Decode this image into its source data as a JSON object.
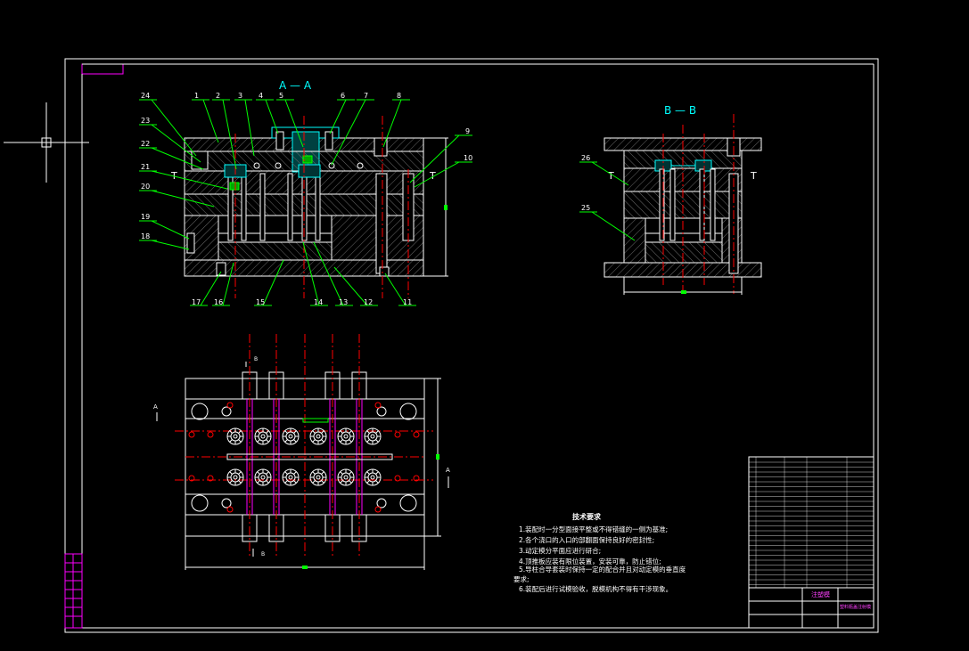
{
  "views": {
    "section_aa": "A — A",
    "section_bb": "B — B"
  },
  "part_numbers_top": [
    "1",
    "2",
    "3",
    "4",
    "5",
    "6",
    "7",
    "8"
  ],
  "part_numbers_right": [
    "9",
    "10"
  ],
  "part_numbers_bottom": [
    "17",
    "16",
    "15",
    "14",
    "13",
    "12",
    "11"
  ],
  "part_numbers_left": [
    "24",
    "23",
    "22",
    "21",
    "20",
    "19",
    "18"
  ],
  "part_numbers_bb": [
    "26",
    "25"
  ],
  "cut_markers": {
    "a": "A",
    "b": "B",
    "t": "T"
  },
  "technical_requirements": {
    "title": "技术要求",
    "items": [
      "1.装配时一分型面接平整或不得错缝的一侧为基准;",
      "2.各个浇口的入口的部翻面保持良好的密封性;",
      "3.动定模分平面应进行研合;",
      "4.顶推板应装有限位装置，安装可靠，防止错位;",
      "5.导柱合导套装时保持一定的配合并且对动定模的垂直度",
      "要求;",
      "6.装配后进行试模验收，脱模机构不得有干涉现象。"
    ]
  },
  "title_block": {
    "name": "注塑模",
    "subtitle": "塑料瓶盖注射模"
  },
  "colors": {
    "outline": "#ffffff",
    "leader": "#00ff00",
    "center": "#ff0000",
    "accent": "#00ffff",
    "magenta": "#ff00ff",
    "yellow": "#ffff00",
    "hatch": "#606060"
  }
}
